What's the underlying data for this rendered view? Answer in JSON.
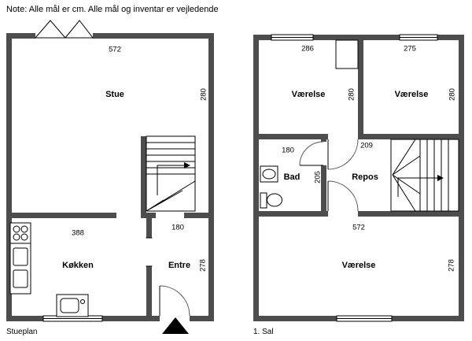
{
  "note": "Note: Alle mål er cm. Alle mål og inventar er vejledende",
  "colors": {
    "wall": "#4d4d4d",
    "background": "#ffffff"
  },
  "ground_floor": {
    "caption": "Stueplan",
    "rooms": {
      "stue": "Stue",
      "kokken": "Køkken",
      "entre": "Entre"
    },
    "dimensions": {
      "stue_width": "572",
      "stue_height": "280",
      "kokken_width": "388",
      "entre_width": "180",
      "entre_height": "278"
    }
  },
  "first_floor": {
    "caption": "1. Sal",
    "rooms": {
      "vaerelse_left": "Værelse",
      "vaerelse_right": "Værelse",
      "bad": "Bad",
      "repos": "Repos",
      "vaerelse_bottom": "Værelse"
    },
    "dimensions": {
      "vaerelse_left_width": "286",
      "vaerelse_right_width": "275",
      "vaerelse_left_height": "280",
      "vaerelse_right_height": "280",
      "bad_width": "180",
      "repos_width": "209",
      "bad_height": "205",
      "vaerelse_bottom_width": "572",
      "vaerelse_bottom_height": "278"
    }
  }
}
